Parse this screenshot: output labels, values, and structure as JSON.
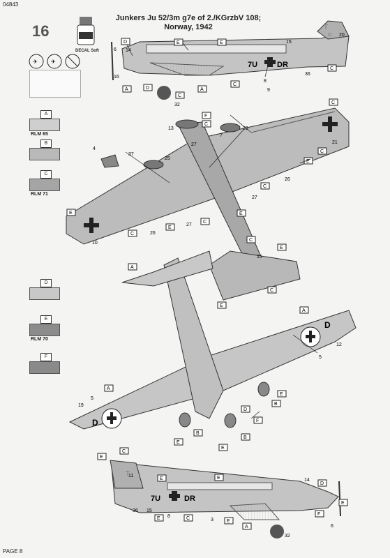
{
  "doc_code": "04843",
  "page_label": "PAGE 8",
  "step_number": "16",
  "title_lines": [
    "Junkers Ju 52/3m g7e of 2./KGrzbV 108;",
    "Norway, 1942"
  ],
  "decal_caption": "DECAL Soft",
  "colors": [
    {
      "letter": "A",
      "name": "RLM 65",
      "hex": "#cfcfcf"
    },
    {
      "letter": "B",
      "name": "",
      "hex": "#b9b9b9"
    },
    {
      "letter": "C",
      "name": "RLM 71",
      "hex": "#a5a5a5"
    },
    {
      "letter": "D",
      "name": "",
      "hex": "#c8c8c8"
    },
    {
      "letter": "E",
      "name": "RLM 70",
      "hex": "#8c8c8c"
    },
    {
      "letter": "F",
      "name": "",
      "hex": "#8a8a8a"
    }
  ],
  "fuselage_code_left": "7U",
  "fuselage_code_right": "DR",
  "wing_code_letter": "D",
  "tail_code": "T",
  "tail_code_sub": "D",
  "callout_numbers": [
    "6",
    "14",
    "16",
    "20",
    "15",
    "36",
    "8",
    "32",
    "9",
    "13",
    "28",
    "27",
    "7",
    "4",
    "37",
    "25",
    "21",
    "26",
    "10",
    "12",
    "5",
    "19",
    "11",
    "3"
  ],
  "paint_letters": [
    "A",
    "B",
    "C",
    "D",
    "E",
    "F"
  ]
}
